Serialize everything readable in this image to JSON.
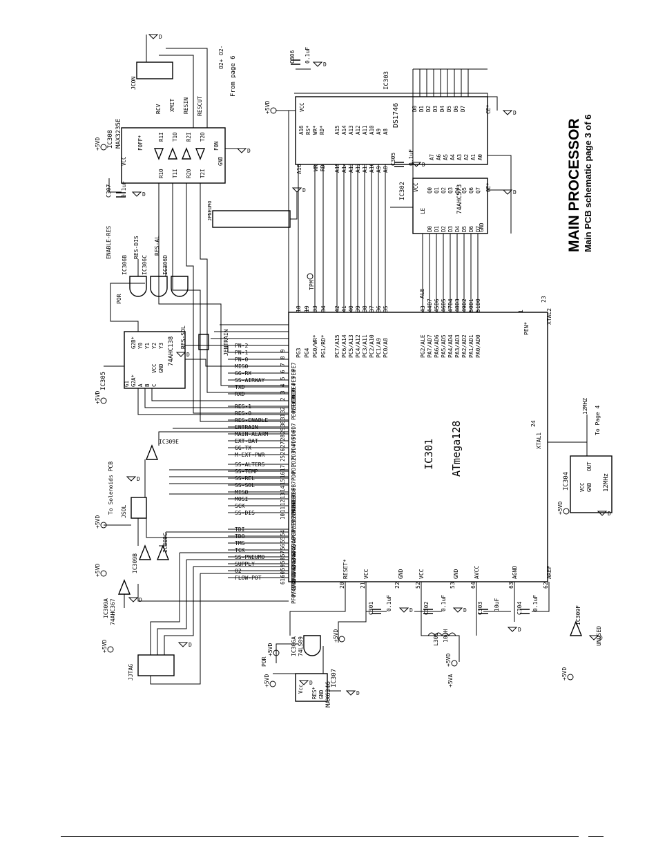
{
  "title": {
    "heading": "MAIN PROCESSOR",
    "subheading": "Main PCB schematic page 3 of 6"
  },
  "mcu": {
    "ref": "IC301",
    "part": "ATmega128",
    "left_pins": [
      {
        "num": "18",
        "name": "PG3"
      },
      {
        "num": "19",
        "name": "PG4"
      },
      {
        "num": "33",
        "name": "PG0/WR*"
      },
      {
        "num": "34",
        "name": "PG1/RD*"
      },
      {
        "num": "42",
        "name": "PC7/A15"
      },
      {
        "num": "41",
        "name": "PC6/A14"
      },
      {
        "num": "40",
        "name": "PC5/A13"
      },
      {
        "num": "39",
        "name": "PC4/A12"
      },
      {
        "num": "38",
        "name": "PC3/A11"
      },
      {
        "num": "37",
        "name": "PC2/A10"
      },
      {
        "num": "36",
        "name": "PC1/A9"
      },
      {
        "num": "35",
        "name": "PC0/A8"
      },
      {
        "num": "43",
        "name": "PG2/ALE"
      },
      {
        "num": "44",
        "name": "PA7/AD7"
      },
      {
        "num": "45",
        "name": "PA6/AD6"
      },
      {
        "num": "46",
        "name": "PA5/AD5"
      },
      {
        "num": "47",
        "name": "PA4/AD4"
      },
      {
        "num": "48",
        "name": "PA3/AD3"
      },
      {
        "num": "49",
        "name": "PA2/AD2"
      },
      {
        "num": "50",
        "name": "PA1/AD1"
      },
      {
        "num": "51",
        "name": "PA0/AD0"
      }
    ],
    "right_pins": [
      {
        "num": "1",
        "name": "PEN*"
      },
      {
        "num": "23",
        "name": "XTAL2"
      },
      {
        "num": "24",
        "name": "XTAL1"
      }
    ],
    "top_pins": [
      {
        "num": "2",
        "name": "PE0/RXD0"
      },
      {
        "num": "3",
        "name": "PE1/TXD0"
      },
      {
        "num": "4",
        "name": "PE2"
      },
      {
        "num": "5",
        "name": "PE3"
      },
      {
        "num": "6",
        "name": "PE4"
      },
      {
        "num": "7",
        "name": "PE5"
      },
      {
        "num": "8",
        "name": "PE6"
      },
      {
        "num": "9",
        "name": "PE7"
      },
      {
        "num": "32",
        "name": "PD7"
      },
      {
        "num": "31",
        "name": "PD6"
      },
      {
        "num": "30",
        "name": "PD5"
      },
      {
        "num": "29",
        "name": "PD4"
      },
      {
        "num": "28",
        "name": "PD3"
      },
      {
        "num": "27",
        "name": "PD2"
      },
      {
        "num": "26",
        "name": "PD1"
      },
      {
        "num": "25",
        "name": "PD0"
      },
      {
        "num": "17",
        "name": "PB7"
      },
      {
        "num": "16",
        "name": "PB6"
      },
      {
        "num": "15",
        "name": "PB5"
      },
      {
        "num": "14",
        "name": "PB4"
      },
      {
        "num": "13",
        "name": "PB3/MISO"
      },
      {
        "num": "12",
        "name": "PB2/MOSI"
      },
      {
        "num": "11",
        "name": "PB1/SCK"
      },
      {
        "num": "10",
        "name": "PB0/SS"
      },
      {
        "num": "54",
        "name": "PF7/ADC7"
      },
      {
        "num": "55",
        "name": "PF6/ADC6"
      },
      {
        "num": "56",
        "name": "PF5/ADC5"
      },
      {
        "num": "57",
        "name": "PF4/ADC4"
      },
      {
        "num": "58",
        "name": "PF3/ADC3"
      },
      {
        "num": "59",
        "name": "PF2/ADC2"
      },
      {
        "num": "60",
        "name": "PF1/ADC1"
      },
      {
        "num": "61",
        "name": "PF0/ADC0"
      }
    ],
    "bottom_pins": [
      {
        "num": "20",
        "name": "RESET*"
      },
      {
        "num": "21",
        "name": "VCC"
      },
      {
        "num": "22",
        "name": "GND"
      },
      {
        "num": "52",
        "name": "VCC"
      },
      {
        "num": "53",
        "name": "GND"
      },
      {
        "num": "64",
        "name": "AVCC"
      },
      {
        "num": "63",
        "name": "AGND"
      },
      {
        "num": "62",
        "name": "AREF"
      }
    ]
  },
  "nets_top": [
    "RXD",
    "TXD",
    "SS-AIRWAY",
    "GG-RX",
    "MISO",
    "PN-0",
    "PN-1",
    "PN-2",
    "RES-1",
    "RES-0",
    "RES-ENABLE",
    "ENTRAIN",
    "MAIN-ALARM",
    "EXT-BAT",
    "GG-TX",
    "M-EXT-PWR",
    "SS-ALTERS",
    "SS-TEMP",
    "SS-REL",
    "SS-SOL",
    "MISO",
    "MOSI",
    "SCK",
    "SS-DIS",
    "TDI",
    "TDO",
    "TMS",
    "TCK",
    "SS-PNEUMO",
    "SUPPLY",
    "O2",
    "FLOW-POT"
  ],
  "address_nets": [
    "A15",
    "A14",
    "A13",
    "A12",
    "A11",
    "A10",
    "A9",
    "A8"
  ],
  "data_nets": [
    "D7",
    "D6",
    "D5",
    "D4",
    "D3",
    "D2",
    "D1",
    "D0"
  ],
  "misc_labels": {
    "a16": "A16",
    "wr": "WR",
    "rd": "RD",
    "ale": "ALE",
    "tpm": "TPM",
    "por": "POR",
    "enable_res": "ENABLE-RES",
    "res_dis": "RES-DIS",
    "res_al": "RES-AL",
    "res_sol": "RES-SOL",
    "jentrain": "JENTRAIN",
    "to_solenoids": "To Solenoids PCB",
    "to_page4": "To Page 4",
    "freq": "12MHZ",
    "unused": "UNUSED",
    "from_page6": "From page 6",
    "o2p": "O2+",
    "o2m": "O2-",
    "v5": "+5VD",
    "v5a": "+5VA",
    "d": "D"
  },
  "ic303": {
    "ref": "IC303",
    "part": "DS1746",
    "pins": [
      "A16",
      "RS*",
      "WR*",
      "RD*",
      "A15",
      "A14",
      "A13",
      "A12",
      "A11",
      "A10",
      "A9",
      "A8",
      "A7",
      "A6",
      "A5",
      "A4",
      "A3",
      "A2",
      "A1",
      "A0",
      "D0",
      "D1",
      "D2",
      "D3",
      "D4",
      "D5",
      "D6",
      "D7",
      "CE*",
      "VCC"
    ]
  },
  "ic302": {
    "ref": "IC302",
    "part": "74AHC573",
    "pins": [
      "VCC",
      "LE",
      "D0",
      "D1",
      "D2",
      "D3",
      "D4",
      "D5",
      "D6",
      "D7",
      "Q0",
      "Q1",
      "Q2",
      "Q3",
      "Q4",
      "Q5",
      "Q6",
      "Q7",
      "OE*",
      "GND"
    ]
  },
  "ic308": {
    "ref": "IC308",
    "part": "MAX3235E",
    "pins": [
      "VCC",
      "GND",
      "FOFF*",
      "FON",
      "R1I",
      "R2I",
      "T1O",
      "T2O",
      "R1O",
      "R2O",
      "T1I",
      "T2I"
    ],
    "signals": [
      "RCV",
      "XMIT",
      "RESIN",
      "RESCUT"
    ]
  },
  "ic305": {
    "ref": "IC305",
    "part": "74AHC138",
    "pins": [
      "G1",
      "G2A*",
      "G2B*",
      "A",
      "B",
      "C",
      "Y0",
      "Y1",
      "Y2",
      "Y3",
      "VCC",
      "GND"
    ]
  },
  "ic304": {
    "ref": "IC304",
    "part": "12MHz",
    "pins": [
      "VCC",
      "GND",
      "OUT"
    ]
  },
  "ic307": {
    "ref": "IC307",
    "part": "MAX6346",
    "pins": [
      "Vcc",
      "RES*",
      "GND"
    ]
  },
  "ic306": [
    "IC306A",
    "IC306B",
    "IC306C",
    "IC306D",
    "74LS09"
  ],
  "ic309": [
    "IC309A",
    "IC309B",
    "IC309C",
    "IC309E",
    "IC309F",
    "74AHC367"
  ],
  "connectors": {
    "jcon": "JCON",
    "jpneumo": "JPNEUMO",
    "jsol": "JSOL",
    "jjtag": "JJTAG"
  },
  "caps": [
    {
      "ref": "C301",
      "val": "0.1uF"
    },
    {
      "ref": "C302",
      "val": "0.1uF"
    },
    {
      "ref": "C303",
      "val": "10uF"
    },
    {
      "ref": "C304",
      "val": "0.1uF"
    },
    {
      "ref": "C305",
      "val": "0.1uF"
    },
    {
      "ref": "C306",
      "val": "0.1uF"
    },
    {
      "ref": "C307",
      "val": "0.1uF"
    }
  ],
  "inductor": {
    "ref": "L301",
    "val": "10uH"
  }
}
